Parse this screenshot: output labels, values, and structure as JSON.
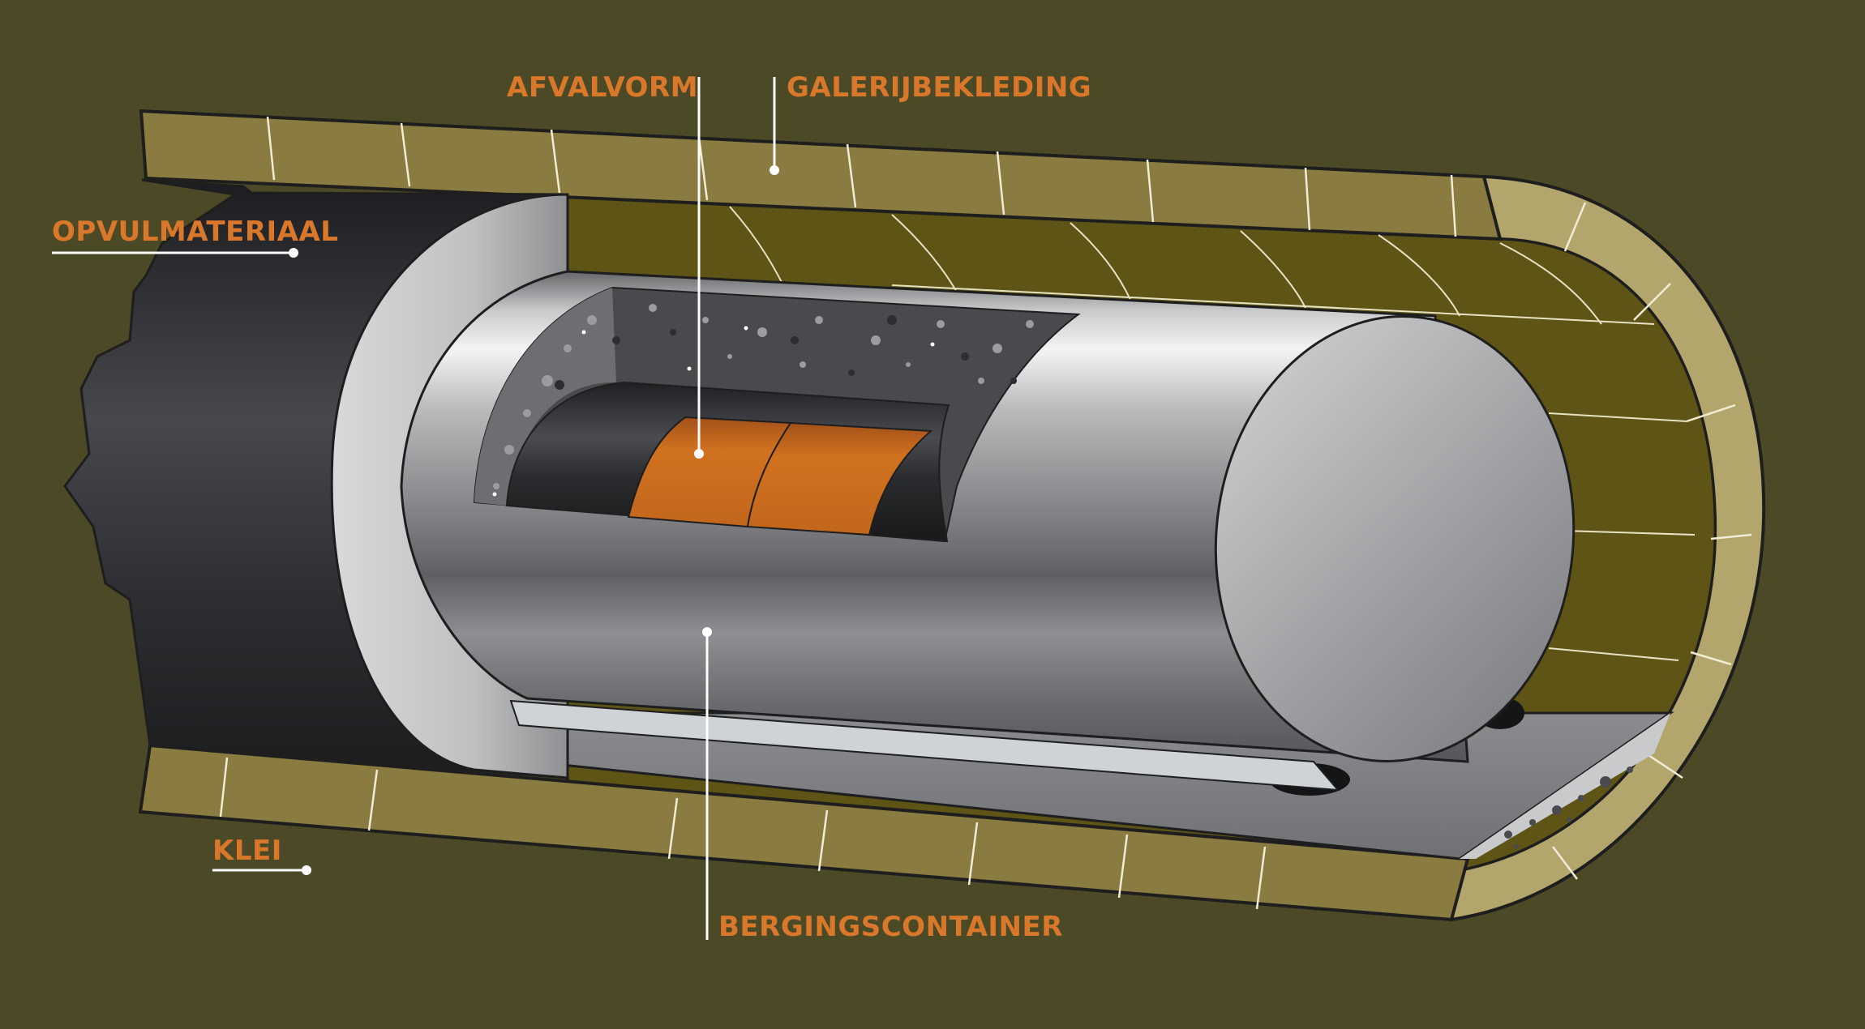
{
  "labels": {
    "afvalvorm": "AFVALVORM",
    "galerijbekleding": "GALERIJBEKLEDING",
    "opvulmateriaal": "OPVULMATERIAAL",
    "klei": "KLEI",
    "bergingscontainer": "BERGINGSCONTAINER"
  },
  "colors": {
    "background": "#4c4a26",
    "label": "#d9782a",
    "lining": "#8a7b40",
    "lining_end": "#b3a66c",
    "tunnel_interior": "#5e5415",
    "backfill": "#2b2c2f",
    "container": "#a5a6a8",
    "waste": "#c8691e",
    "leader": "#ffffff"
  }
}
